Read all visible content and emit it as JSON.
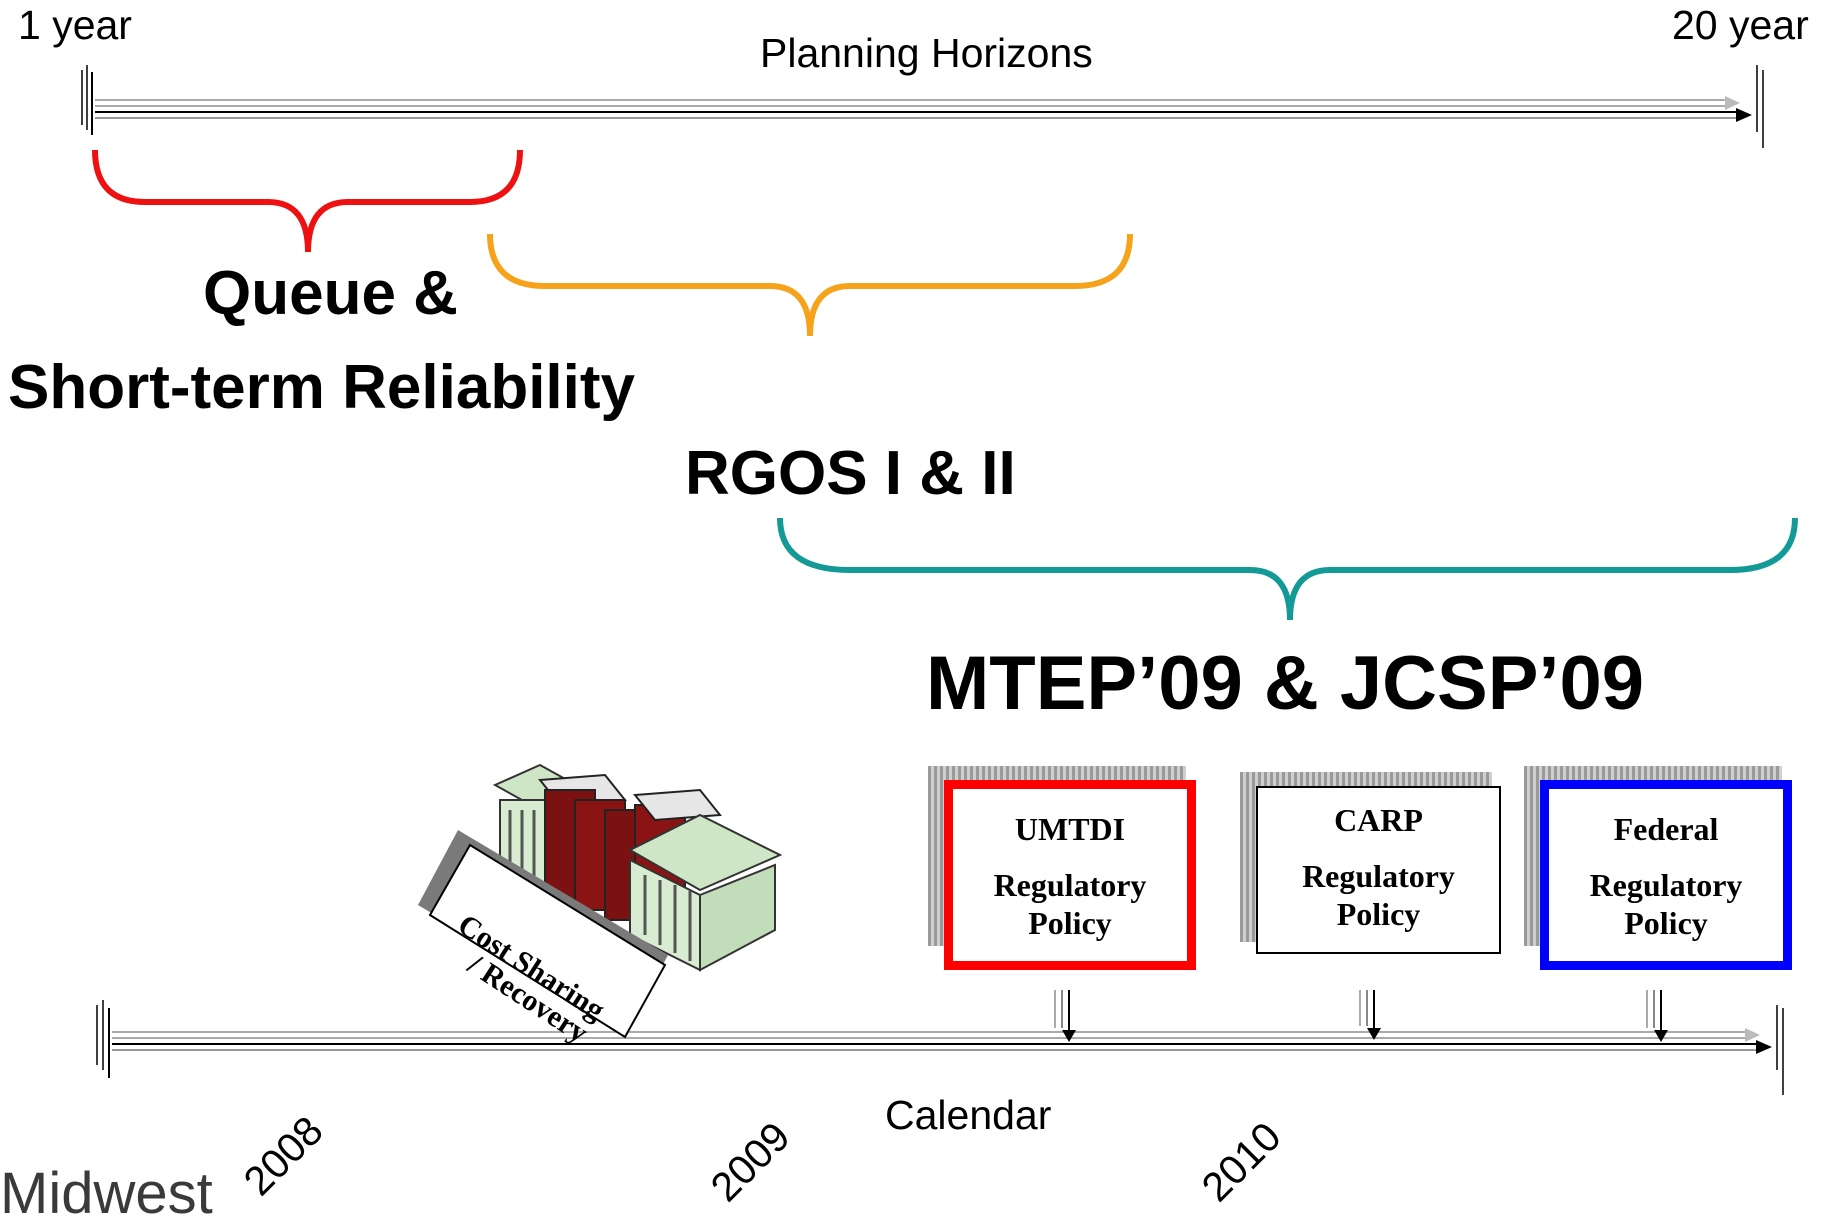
{
  "planning": {
    "start_label": "1 year",
    "end_label": "20 year",
    "title": "Planning Horizons"
  },
  "brackets": {
    "queue_line1": "Queue &",
    "queue_line2": "Short-term Reliability",
    "rgos": "RGOS I & II",
    "mtep": "MTEP’09 & JCSP’09"
  },
  "calendar": {
    "title": "Calendar",
    "years": [
      "2008",
      "2009",
      "2010"
    ]
  },
  "milestones": [
    {
      "title": "UMTDI",
      "subtitle": "Regulatory Policy",
      "border_color": "#ff0000"
    },
    {
      "title": "CARP",
      "subtitle": "Regulatory Policy",
      "border_color": "#000000"
    },
    {
      "title": "Federal",
      "subtitle": "Regulatory Policy",
      "border_color": "#0000ff"
    }
  ],
  "cost_sharing": {
    "line1": "Cost Sharing",
    "line2": "/ Recovery"
  },
  "logo": {
    "text": "Midwest"
  },
  "colors": {
    "queue_bracket": "#ee1111",
    "rgos_bracket": "#f7a21b",
    "mtep_bracket": "#139a96"
  }
}
